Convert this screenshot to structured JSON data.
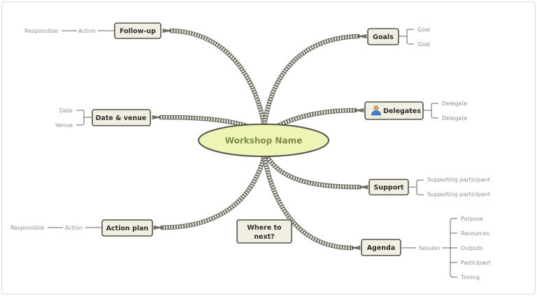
{
  "central": {
    "label": "Workshop Name"
  },
  "topics": {
    "follow_up": {
      "label": "Follow-up",
      "action": "Action",
      "responsible": "Responsible"
    },
    "goals": {
      "label": "Goals",
      "items": [
        "Goal",
        "Goal"
      ]
    },
    "date_venue": {
      "label": "Date & venue",
      "items": [
        "Date",
        "Venue"
      ]
    },
    "delegates": {
      "label": "Delegates",
      "icon": "person-icon",
      "items": [
        "Delegate",
        "Delegate"
      ]
    },
    "support": {
      "label": "Support",
      "items": [
        "Supporting participant",
        "Supporting participant"
      ]
    },
    "action_plan": {
      "label": "Action plan",
      "action": "Action",
      "responsible": "Responsible"
    },
    "where_next": {
      "label_line1": "Where to",
      "label_line2": "next?"
    },
    "agenda": {
      "label": "Agenda",
      "session": "Session",
      "items": [
        "Purpose",
        "Resources",
        "Outputs",
        "Participant",
        "Timing"
      ]
    }
  },
  "colors": {
    "central_fill": "#eef3b6",
    "central_text": "#7e8a4c",
    "topic_fill": "#f1efe2",
    "outline": "#55554a",
    "leaf_text": "#8d8d8d"
  }
}
